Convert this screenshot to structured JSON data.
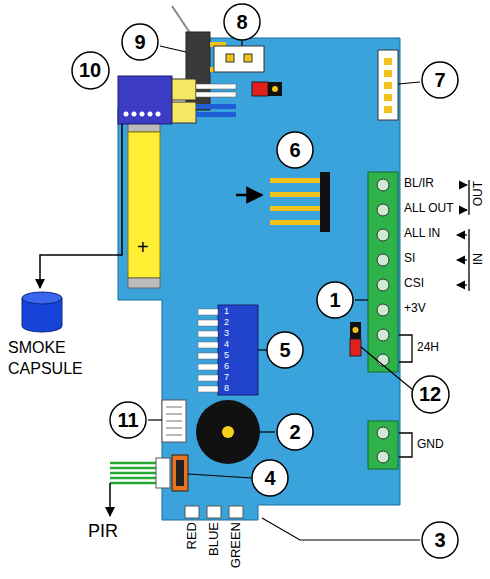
{
  "diagram": {
    "nodes": [
      {
        "text": [
          "8"
        ]
      },
      {
        "text": [
          "9"
        ]
      },
      {
        "text": [
          "7"
        ]
      },
      {
        "text": [
          "10"
        ]
      },
      {
        "text": [
          "6"
        ]
      },
      {
        "text": [
          "1"
        ]
      },
      {
        "text": [
          "5"
        ]
      },
      {
        "text": [
          "12"
        ]
      },
      {
        "text": [
          "2"
        ]
      },
      {
        "text": [
          "11"
        ]
      },
      {
        "text": [
          "4"
        ]
      },
      {
        "text": [
          "3"
        ]
      }
    ],
    "labels": [
      "BL/IR",
      "ALL OUT",
      "ALL IN",
      "SI",
      "CSI",
      "+3V",
      "OUT",
      "IN",
      "24H",
      "GND",
      "+",
      "1",
      "2",
      "3",
      "4",
      "5",
      "6",
      "7",
      "8",
      "SMOKE CAPSULE",
      "PIR",
      "RED",
      "BLUE",
      "GREEN"
    ]
  }
}
